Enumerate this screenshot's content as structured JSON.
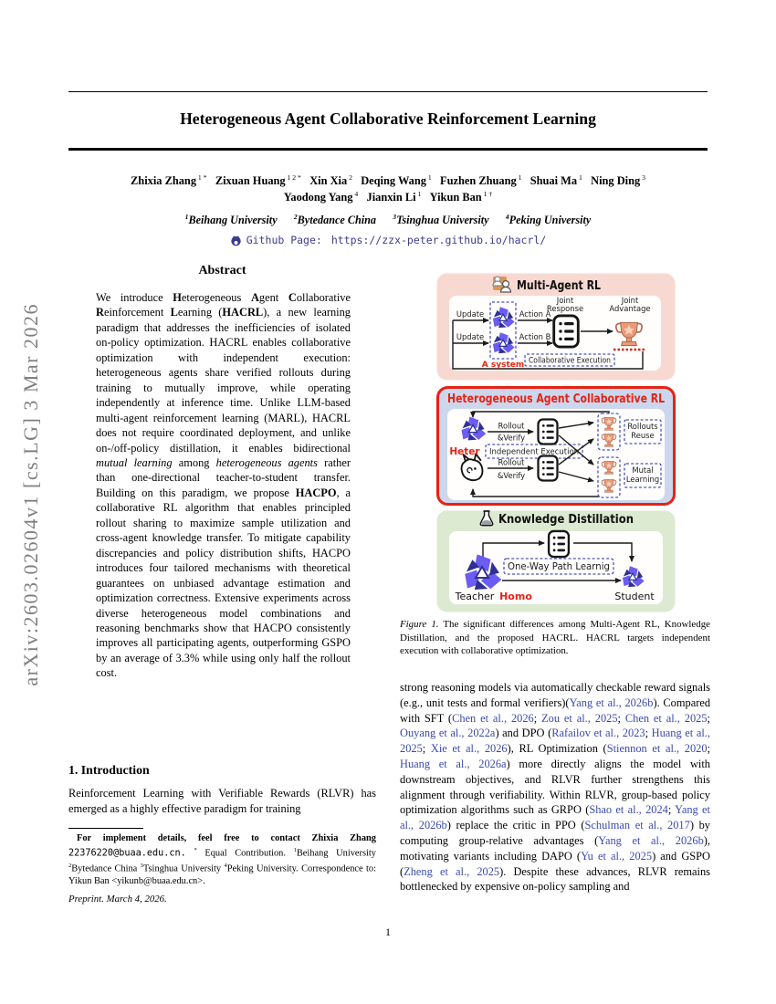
{
  "sidebar": {
    "arxiv_label": "arXiv:2603.02604v1  [cs.LG]  3 Mar 2026"
  },
  "header": {
    "title": "Heterogeneous Agent Collaborative Reinforcement Learning",
    "authors_line1": [
      {
        "t": "Zhixia Zhang",
        "s": "b"
      },
      {
        "t": " 1 *",
        "s": "sup"
      },
      {
        "t": "   "
      },
      {
        "t": "Zixuan Huang",
        "s": "b"
      },
      {
        "t": " 1 2 *",
        "s": "sup"
      },
      {
        "t": "   "
      },
      {
        "t": "Xin Xia",
        "s": "b"
      },
      {
        "t": " 2",
        "s": "sup"
      },
      {
        "t": "   "
      },
      {
        "t": "Deqing Wang",
        "s": "b"
      },
      {
        "t": " 1",
        "s": "sup"
      },
      {
        "t": "   "
      },
      {
        "t": "Fuzhen Zhuang",
        "s": "b"
      },
      {
        "t": " 1",
        "s": "sup"
      },
      {
        "t": "   "
      },
      {
        "t": "Shuai Ma",
        "s": "b"
      },
      {
        "t": " 1",
        "s": "sup"
      },
      {
        "t": "   "
      },
      {
        "t": "Ning Ding",
        "s": "b"
      },
      {
        "t": " 3",
        "s": "sup"
      }
    ],
    "authors_line2": [
      {
        "t": "Yaodong Yang",
        "s": "b"
      },
      {
        "t": " 4",
        "s": "sup"
      },
      {
        "t": "   "
      },
      {
        "t": "Jianxin Li",
        "s": "b"
      },
      {
        "t": " 1",
        "s": "sup"
      },
      {
        "t": "   "
      },
      {
        "t": "Yikun Ban",
        "s": "b"
      },
      {
        "t": " 1 †",
        "s": "sup"
      }
    ],
    "affiliations": [
      {
        "t": "1",
        "s": "sup bi"
      },
      {
        "t": "Beihang University",
        "s": "bi"
      },
      {
        "t": "      "
      },
      {
        "t": "2",
        "s": "sup bi"
      },
      {
        "t": "Bytedance China",
        "s": "bi"
      },
      {
        "t": "      "
      },
      {
        "t": "3",
        "s": "sup bi"
      },
      {
        "t": "Tsinghua University",
        "s": "bi"
      },
      {
        "t": "      "
      },
      {
        "t": "4",
        "s": "sup bi"
      },
      {
        "t": "Peking University",
        "s": "bi"
      }
    ],
    "github": {
      "label": "Github Page:",
      "url": "https://zzx-peter.github.io/hacrl/"
    }
  },
  "abstract": {
    "heading": "Abstract",
    "body": [
      {
        "t": "We introduce "
      },
      {
        "t": "H",
        "s": "b"
      },
      {
        "t": "eterogeneous "
      },
      {
        "t": "A",
        "s": "b"
      },
      {
        "t": "gent "
      },
      {
        "t": "C",
        "s": "b"
      },
      {
        "t": "ollaborative "
      },
      {
        "t": "R",
        "s": "b"
      },
      {
        "t": "einforcement "
      },
      {
        "t": "L",
        "s": "b"
      },
      {
        "t": "earning ("
      },
      {
        "t": "HACRL",
        "s": "b"
      },
      {
        "t": "), a new learning paradigm that addresses the inefficiencies of isolated on-policy optimization. HACRL enables collaborative optimization with independent execution: heterogeneous agents share verified rollouts during training to mutually improve, while operating independently at inference time. Unlike LLM-based multi-agent reinforcement learning (MARL), HACRL does not require coordinated deployment, and unlike on-/off-policy distillation, it enables bidirectional "
      },
      {
        "t": "mutual learning",
        "s": "i"
      },
      {
        "t": " among "
      },
      {
        "t": "heterogeneous agents",
        "s": "i"
      },
      {
        "t": " rather than one-directional teacher-to-student transfer. Building on this paradigm, we propose "
      },
      {
        "t": "HACPO",
        "s": "b"
      },
      {
        "t": ", a collaborative RL algorithm that enables principled rollout sharing to maximize sample utilization and cross-agent knowledge transfer. To mitigate capability discrepancies and policy distribution shifts, HACPO introduces four tailored mechanisms with theoretical guarantees on unbiased advantage estimation and optimization correctness. Extensive experiments across diverse heterogeneous model combinations and reasoning benchmarks show that HACPO consistently improves all participating agents, outperforming GSPO by an average of 3.3% while using only half the rollout cost."
      }
    ]
  },
  "intro": {
    "heading": "1. Introduction",
    "body": [
      {
        "t": "Reinforcement Learning with Verifiable Rewards (RLVR) has emerged as a highly effective paradigm for training"
      }
    ]
  },
  "footnote": [
    {
      "t": "For implement details, feel free to contact Zhixia Zhang ",
      "s": "b"
    },
    {
      "t": "22376220@buaa.edu.cn.",
      "s": "m"
    },
    {
      "t": " "
    },
    {
      "t": "*",
      "s": "sup"
    },
    {
      "t": " Equal Contribution. "
    },
    {
      "t": "1",
      "s": "sup"
    },
    {
      "t": "Beihang University "
    },
    {
      "t": "2",
      "s": "sup"
    },
    {
      "t": "Bytedance China "
    },
    {
      "t": "3",
      "s": "sup"
    },
    {
      "t": "Tsinghua University "
    },
    {
      "t": "4",
      "s": "sup"
    },
    {
      "t": "Peking University. Correspondence to: Yikun Ban <yikunb@buaa.edu.cn>."
    }
  ],
  "preprint_note": "Preprint. March 4, 2026.",
  "page_number": "1",
  "figure": {
    "caption": [
      {
        "t": "Figure 1.",
        "s": "i"
      },
      {
        "t": "  The significant differences among Multi-Agent RL, Knowledge Distillation, and the proposed HACRL. HACRL targets independent execution with collaborative optimization."
      }
    ],
    "panel1": {
      "title": "Multi-Agent RL",
      "update1": "Update",
      "update2": "Update",
      "action_a": "Action A",
      "action_b": "Action B",
      "joint_response_l1": "Joint",
      "joint_response_l2": "Response",
      "joint_advantage_l1": "Joint",
      "joint_advantage_l2": "Advantage",
      "collab_exec": "Collaborative Execution",
      "a_system": "A system"
    },
    "panel2": {
      "title": "Heterogeneous Agent Collaborative RL",
      "heter": "Heter",
      "indep_exec": "Independent Execution",
      "rollout1_l1": "Rollout",
      "rollout1_l2": "&Verify",
      "rollout2_l1": "Rollout",
      "rollout2_l2": "&Verify",
      "rollouts_reuse_l1": "Rollouts",
      "rollouts_reuse_l2": "Reuse",
      "mutal_learning_l1": "Mutal",
      "mutal_learning_l2": "Learning"
    },
    "panel3": {
      "title": "Knowledge Distillation",
      "one_way": "One-Way Path Learnig",
      "teacher": "Teacher",
      "homo": "Homo",
      "student": "Student"
    }
  },
  "right_column": {
    "body": [
      {
        "t": "strong reasoning models via automatically checkable reward signals (e.g., unit tests and formal verifiers)("
      },
      {
        "t": "Yang et al., 2026b",
        "s": "c"
      },
      {
        "t": "). Compared with SFT ("
      },
      {
        "t": "Chen et al., 2026",
        "s": "c"
      },
      {
        "t": "; "
      },
      {
        "t": "Zou et al., 2025",
        "s": "c"
      },
      {
        "t": "; "
      },
      {
        "t": "Chen et al., 2025",
        "s": "c"
      },
      {
        "t": "; "
      },
      {
        "t": "Ouyang et al., 2022a",
        "s": "c"
      },
      {
        "t": ") and DPO ("
      },
      {
        "t": "Rafailov et al., 2023",
        "s": "c"
      },
      {
        "t": "; "
      },
      {
        "t": "Huang et al., 2025",
        "s": "c"
      },
      {
        "t": "; "
      },
      {
        "t": "Xie et al., 2026",
        "s": "c"
      },
      {
        "t": "), RL Optimization ("
      },
      {
        "t": "Stiennon et al., 2020",
        "s": "c"
      },
      {
        "t": "; "
      },
      {
        "t": "Huang et al., 2026a",
        "s": "c"
      },
      {
        "t": ") more directly aligns the model with downstream objectives, and RLVR further strengthens this alignment through verifiability. Within RLVR, group-based policy optimization algorithms such as GRPO ("
      },
      {
        "t": "Shao et al., 2024",
        "s": "c"
      },
      {
        "t": "; "
      },
      {
        "t": "Yang et al., 2026b",
        "s": "c"
      },
      {
        "t": ") replace the critic in PPO ("
      },
      {
        "t": "Schulman et al., 2017",
        "s": "c"
      },
      {
        "t": ") by computing group-relative advantages ("
      },
      {
        "t": "Yang et al., 2026b",
        "s": "c"
      },
      {
        "t": "), motivating variants including DAPO ("
      },
      {
        "t": "Yu et al., 2025",
        "s": "c"
      },
      {
        "t": ") and GSPO ("
      },
      {
        "t": "Zheng et al., 2025",
        "s": "c"
      },
      {
        "t": "). Despite these advances, RLVR remains bottlenecked by expensive on-policy sampling and"
      }
    ]
  },
  "colors": {
    "panel1_bg": "#f8d9d2",
    "panel2_bg": "#ccd7ee",
    "panel2_border": "#e42313",
    "panel3_bg": "#dcead1",
    "red_accent": "#e42313",
    "citation_blue": "#3a4aad",
    "link_navy": "#3c3c8f",
    "arxiv_gray": "#7f7f7f",
    "agent_purple": "#6c5cf2",
    "agent_navy": "#2e3192",
    "trophy_orange": "#e99a78",
    "dash_navy": "#4a55b4"
  }
}
